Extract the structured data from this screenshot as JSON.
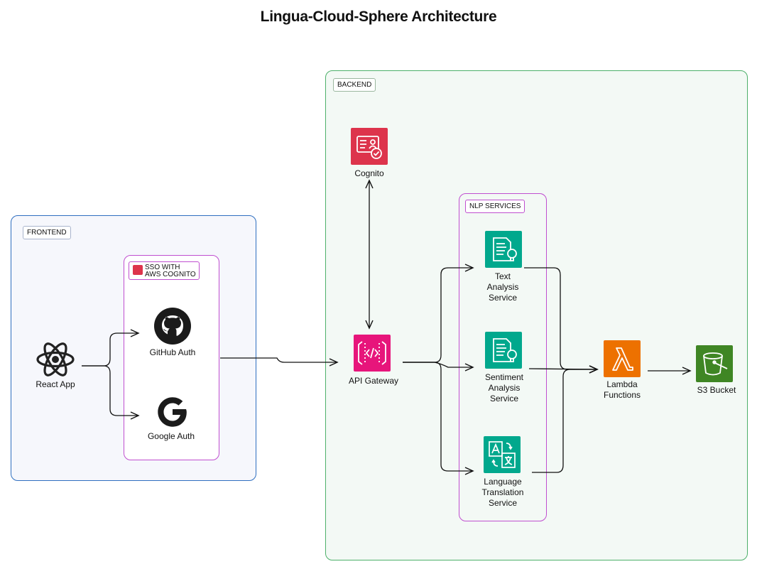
{
  "title": "Lingua-Cloud-Sphere Architecture",
  "groups": {
    "frontend": "FRONTEND",
    "backend": "BACKEND",
    "sso": "SSO WITH AWS COGNITO",
    "nlp": "NLP SERVICES"
  },
  "nodes": {
    "react": {
      "label": "React App",
      "icon": "react-icon"
    },
    "github": {
      "label": "GitHub Auth",
      "icon": "github-icon"
    },
    "google": {
      "label": "Google Auth",
      "icon": "google-icon"
    },
    "cognito": {
      "label": "Cognito",
      "icon": "cognito-icon"
    },
    "apigw": {
      "label": "API Gateway",
      "icon": "api-gateway-icon"
    },
    "text": {
      "label_lines": [
        "Text",
        "Analysis",
        "Service"
      ],
      "icon": "comprehend-icon"
    },
    "sentiment": {
      "label_lines": [
        "Sentiment",
        "Analysis",
        "Service"
      ],
      "icon": "comprehend-icon"
    },
    "translate": {
      "label_lines": [
        "Language",
        "Translation",
        "Service"
      ],
      "icon": "translate-icon"
    },
    "lambda": {
      "label_lines": [
        "Lambda",
        "Functions"
      ],
      "icon": "lambda-icon"
    },
    "s3": {
      "label": "S3 Bucket",
      "icon": "s3-bucket-icon"
    }
  },
  "colors": {
    "frontend_border": "#2f6fc0",
    "backend_border": "#4db06a",
    "sso_border": "#c04fd0",
    "cognito": "#dd344c",
    "apigw": "#e7157b",
    "ml": "#01a88d",
    "lambda": "#ed7100",
    "s3": "#3f8624"
  }
}
